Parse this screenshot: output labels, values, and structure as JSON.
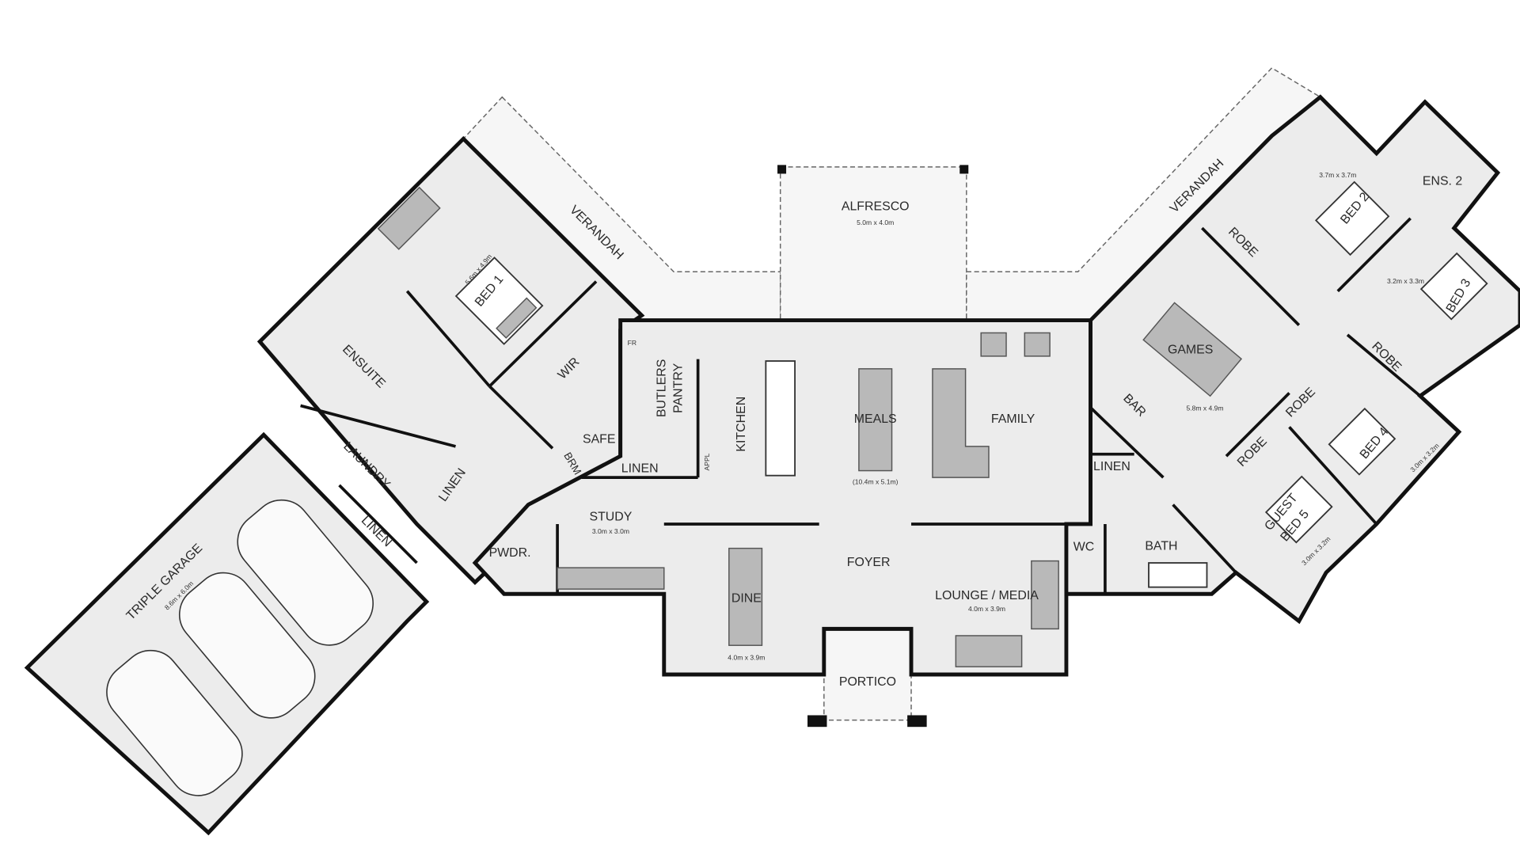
{
  "plan": {
    "colors": {
      "wall": "#111111",
      "floor": "#ececec",
      "furniture": "#b9b9b9",
      "outdoor": "#f6f6f6"
    },
    "rooms": {
      "verandah_left": {
        "name": "VERANDAH"
      },
      "alfresco": {
        "name": "ALFRESCO",
        "size": "5.0m x 4.0m"
      },
      "verandah_right": {
        "name": "VERANDAH"
      },
      "bed1": {
        "name": "BED 1",
        "size": "5.6m x 4.9m"
      },
      "wir": {
        "name": "WIR"
      },
      "ensuite": {
        "name": "ENSUITE"
      },
      "laundry": {
        "name": "LAUNDRY"
      },
      "linen_laundry": {
        "name": "LINEN"
      },
      "linen_hall": {
        "name": "LINEN"
      },
      "garage": {
        "name": "TRIPLE GARAGE",
        "size": "8.6m x 6.0m"
      },
      "butlers_pantry": {
        "line1": "BUTLERS",
        "line2": "PANTRY"
      },
      "fridge": {
        "name": "FR"
      },
      "kitchen": {
        "name": "KITCHEN"
      },
      "safe": {
        "name": "SAFE"
      },
      "brm": {
        "name": "BRM"
      },
      "linen_kitchen": {
        "name": "LINEN"
      },
      "appl": {
        "name": "APPL"
      },
      "meals": {
        "name": "MEALS",
        "size": "(10.4m x 5.1m)"
      },
      "family": {
        "name": "FAMILY"
      },
      "bar": {
        "name": "BAR"
      },
      "linen_bar": {
        "name": "LINEN"
      },
      "games": {
        "name": "GAMES",
        "size": "5.8m x 4.9m"
      },
      "robe_bed2": {
        "name": "ROBE"
      },
      "bed2": {
        "name": "BED 2",
        "size": "3.7m x 3.7m"
      },
      "ens2": {
        "name": "ENS. 2"
      },
      "bed3": {
        "name": "BED 3",
        "size": "3.2m x 3.3m"
      },
      "robe_bed3": {
        "name": "ROBE"
      },
      "robe_bed4": {
        "name": "ROBE"
      },
      "robe_bed5": {
        "name": "ROBE"
      },
      "bed4": {
        "name": "BED 4",
        "size": "3.0m x 3.2m"
      },
      "bed5": {
        "line1": "GUEST",
        "line2": "BED 5",
        "size": "3.0m x 3.2m"
      },
      "study": {
        "name": "STUDY",
        "size": "3.0m x 3.0m"
      },
      "pwdr": {
        "name": "PWDR."
      },
      "dine": {
        "name": "DINE",
        "size": "4.0m x 3.9m"
      },
      "foyer": {
        "name": "FOYER"
      },
      "lounge": {
        "name": "LOUNGE / MEDIA",
        "size": "4.0m x 3.9m"
      },
      "wc": {
        "name": "WC"
      },
      "bath": {
        "name": "BATH"
      },
      "portico": {
        "name": "PORTICO"
      }
    }
  }
}
